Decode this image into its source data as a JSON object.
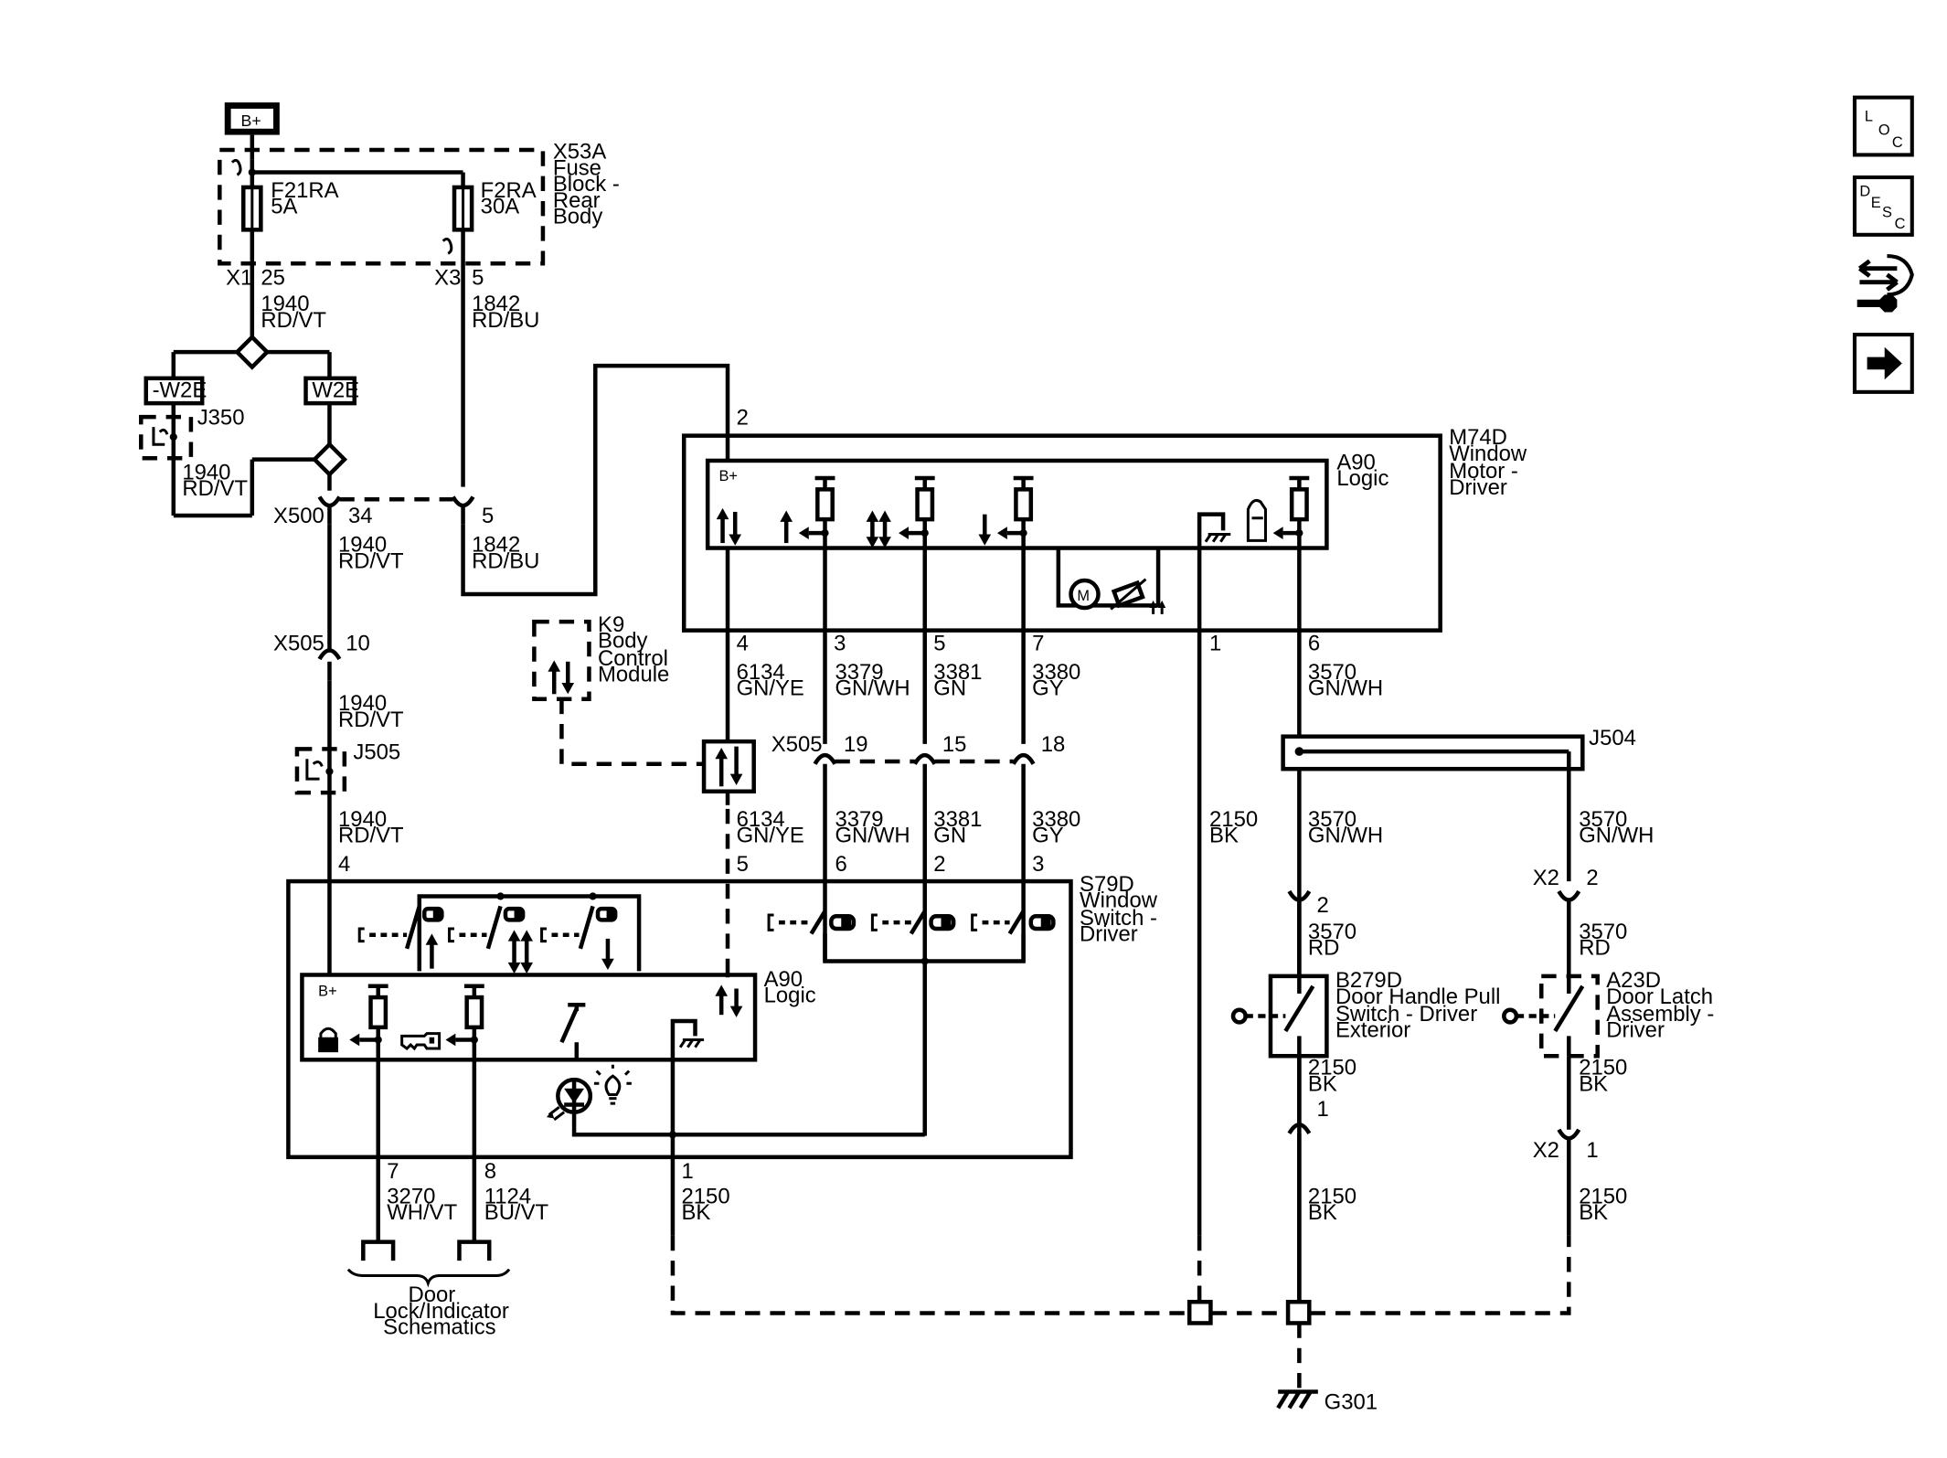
{
  "nav_icons": {
    "loc": [
      "L",
      "O",
      "C"
    ],
    "desc": [
      "D",
      "E",
      "S",
      "C"
    ],
    "icons": [
      "loc-icon",
      "desc-icon",
      "connector-repair-icon",
      "next-page-icon"
    ]
  },
  "labels": {
    "bplus_source": "B+",
    "fuse_block": [
      "X53A",
      "Fuse",
      "Block -",
      "Rear",
      "Body"
    ],
    "f21ra": [
      "F21RA",
      "5A"
    ],
    "f2ra": [
      "F2RA",
      "30A"
    ],
    "x1": "X1",
    "x1_pin": "25",
    "x3": "X3",
    "x3_pin": "5",
    "w1940_a": [
      "1940",
      "RD/VT"
    ],
    "w1842_a": [
      "1842",
      "RD/BU"
    ],
    "neg_w2e": "-W2E",
    "w2e": "W2E",
    "j350": "J350",
    "w1940_loop": [
      "1940",
      "RD/VT"
    ],
    "x500": "X500",
    "x500_p34": "34",
    "x500_p5": "5",
    "w1940_b": [
      "1940",
      "RD/VT"
    ],
    "w1842_b": [
      "1842",
      "RD/BU"
    ],
    "x505_top": "X505",
    "x505_p10": "10",
    "w1940_c": [
      "1940",
      "RD/VT"
    ],
    "j505": "J505",
    "w1940_d": [
      "1940",
      "RD/VT"
    ],
    "pin_4_s79": "4",
    "pin_2_m74": "2",
    "m74d": [
      "M74D",
      "Window",
      "Motor -",
      "Driver"
    ],
    "a90_top": [
      "A90",
      "Logic"
    ],
    "bplus_top": "B+",
    "motor_m": "M",
    "m74_pins": [
      "4",
      "3",
      "5",
      "7",
      "1",
      "6"
    ],
    "w6134_a": [
      "6134",
      "GN/YE"
    ],
    "w3379_a": [
      "3379",
      "GN/WH"
    ],
    "w3381_a": [
      "3381",
      "GN"
    ],
    "w3380_a": [
      "3380",
      "GY"
    ],
    "w3570_a": [
      "3570",
      "GN/WH"
    ],
    "k9": [
      "K9",
      "Body",
      "Control",
      "Module"
    ],
    "x505_mid": "X505",
    "x505_pins": [
      "19",
      "15",
      "18"
    ],
    "j504": "J504",
    "w6134_b": [
      "6134",
      "GN/YE"
    ],
    "w3379_b": [
      "3379",
      "GN/WH"
    ],
    "w3381_b": [
      "3381",
      "GN"
    ],
    "w3380_b": [
      "3380",
      "GY"
    ],
    "w2150_a": [
      "2150",
      "BK"
    ],
    "w3570_b": [
      "3570",
      "GN/WH"
    ],
    "w3570_c": [
      "3570",
      "GN/WH"
    ],
    "s79_pins": [
      "5",
      "6",
      "2",
      "3"
    ],
    "s79d": [
      "S79D",
      "Window",
      "Switch -",
      "Driver"
    ],
    "x2_top": "X2",
    "x2_top_pin": "2",
    "pin_2_b279": "2",
    "w3570_rd_a": [
      "3570",
      "RD"
    ],
    "w3570_rd_b": [
      "3570",
      "RD"
    ],
    "a90_bottom": [
      "A90",
      "Logic"
    ],
    "bplus_bottom": "B+",
    "b279d": [
      "B279D",
      "Door Handle Pull",
      "Switch - Driver",
      "Exterior"
    ],
    "a23d": [
      "A23D",
      "Door Latch",
      "Assembly -",
      "Driver"
    ],
    "w2150_b": [
      "2150",
      "BK"
    ],
    "w2150_c": [
      "2150",
      "BK"
    ],
    "pin_1_b279": "1",
    "x2_bot": "X2",
    "x2_bot_pin": "1",
    "s79_bottom_pins": [
      "7",
      "8",
      "1"
    ],
    "w3270": [
      "3270",
      "WH/VT"
    ],
    "w1124": [
      "1124",
      "BU/VT"
    ],
    "w2150_d": [
      "2150",
      "BK"
    ],
    "w2150_e": [
      "2150",
      "BK"
    ],
    "w2150_f": [
      "2150",
      "BK"
    ],
    "door_lock": [
      "Door",
      "Lock/Indicator",
      "Schematics"
    ],
    "g301": "G301"
  }
}
